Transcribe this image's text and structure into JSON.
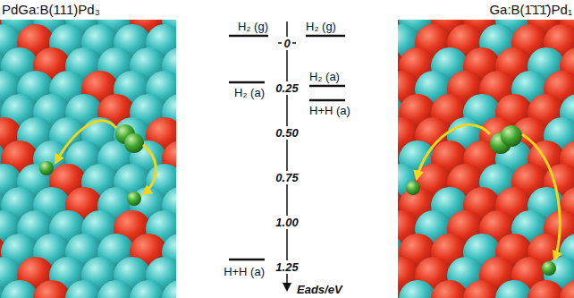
{
  "diagram": {
    "labels": [
      "PdGa:B(111)Pd₃",
      "H₂ (g)",
      "0",
      "H₂ (g)",
      "H₂ (a)",
      "H₂ (a)",
      "0.25",
      "H+H (a)",
      "0.50",
      "0.75",
      "1.00",
      "H+H (a)",
      "1.25",
      "Eads/eV",
      "Ga:B(1̄1̄1̄)Pd₁"
    ]
  }
}
